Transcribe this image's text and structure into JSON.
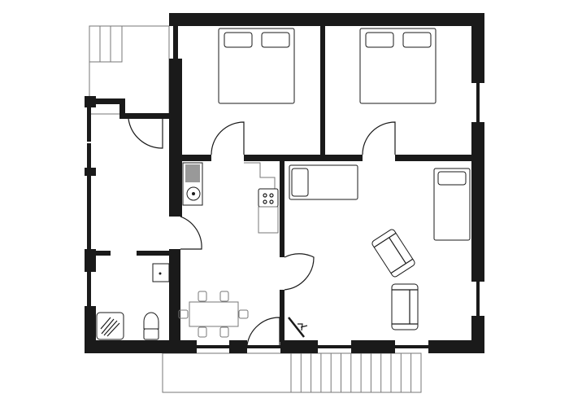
{
  "plan": {
    "wall_color": "#1a1a1a",
    "background": "#ffffff",
    "rooms": [
      "bedroom-1",
      "bedroom-2",
      "kitchen-dining",
      "living-room",
      "bathroom",
      "annex-corridor"
    ],
    "icons": [
      "double-bed-icon",
      "single-bed-icon",
      "sofa-icon",
      "armchair-icon",
      "dining-table-icon",
      "stove-icon",
      "sink-icon",
      "shower-icon",
      "toilet-icon",
      "washbasin-icon",
      "stairs-icon",
      "door-icon",
      "fireplace-icon"
    ]
  }
}
